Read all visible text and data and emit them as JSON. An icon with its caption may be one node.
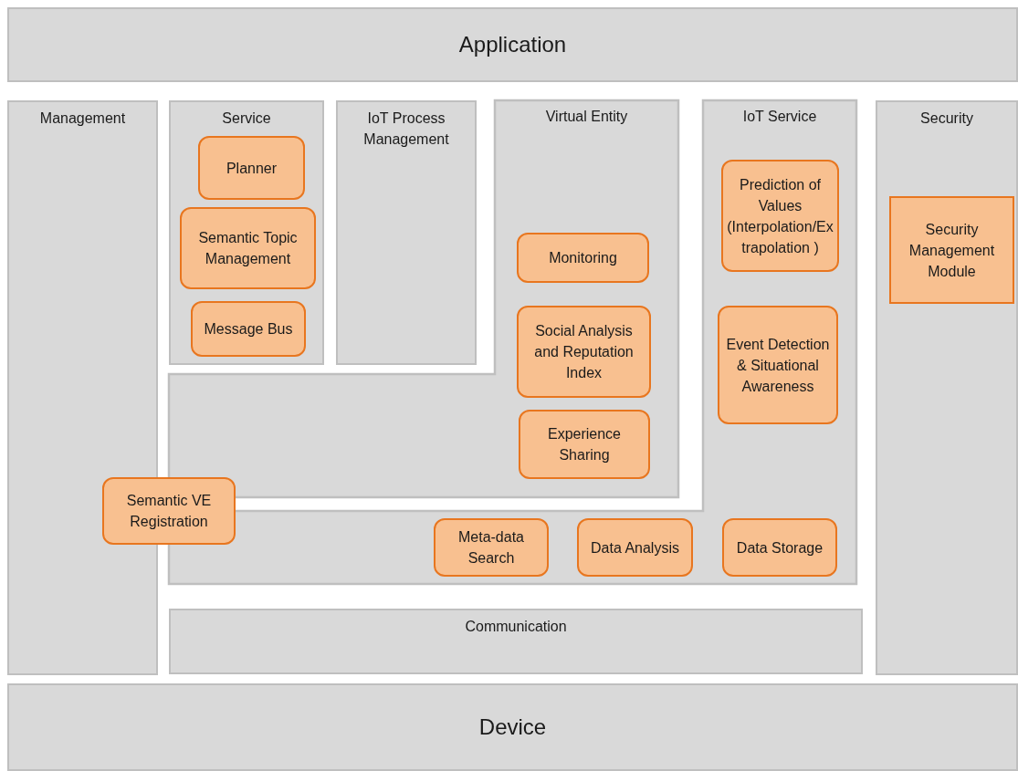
{
  "diagram": {
    "nodes": [
      {
        "text": [
          "Application"
        ]
      },
      {
        "text": [
          "Management"
        ]
      },
      {
        "text": [
          "Service"
        ]
      },
      {
        "text": [
          "Planner"
        ],
        "in": 2
      },
      {
        "text": [
          "Semantic Topic Management"
        ],
        "in": 2
      },
      {
        "text": [
          "Message Bus"
        ],
        "in": 2
      },
      {
        "text": [
          "IoT Process Management"
        ]
      },
      {
        "text": [
          "Virtual Entity"
        ]
      },
      {
        "text": [
          "Monitoring"
        ],
        "in": 7
      },
      {
        "text": [
          "Social Analysis and Reputation Index"
        ],
        "in": 7
      },
      {
        "text": [
          "Experience Sharing"
        ],
        "in": 7
      },
      {
        "text": [
          "IoT Service"
        ]
      },
      {
        "text": [
          "Prediction of Values (Interpolation/Extrapolation )"
        ],
        "in": 11
      },
      {
        "text": [
          "Event Detection & Situational Awareness"
        ],
        "in": 11
      },
      {
        "text": [
          "Security"
        ]
      },
      {
        "text": [
          "Security Management Module"
        ],
        "in": 14
      },
      {
        "text": [
          "Semantic VE Registration"
        ]
      },
      {
        "text": [
          "Meta-data Search"
        ],
        "in": 11
      },
      {
        "text": [
          "Data Analysis"
        ],
        "in": 11
      },
      {
        "text": [
          "Data Storage"
        ],
        "in": 11
      },
      {
        "text": [
          "Communication"
        ]
      },
      {
        "text": [
          "Device"
        ]
      }
    ]
  }
}
